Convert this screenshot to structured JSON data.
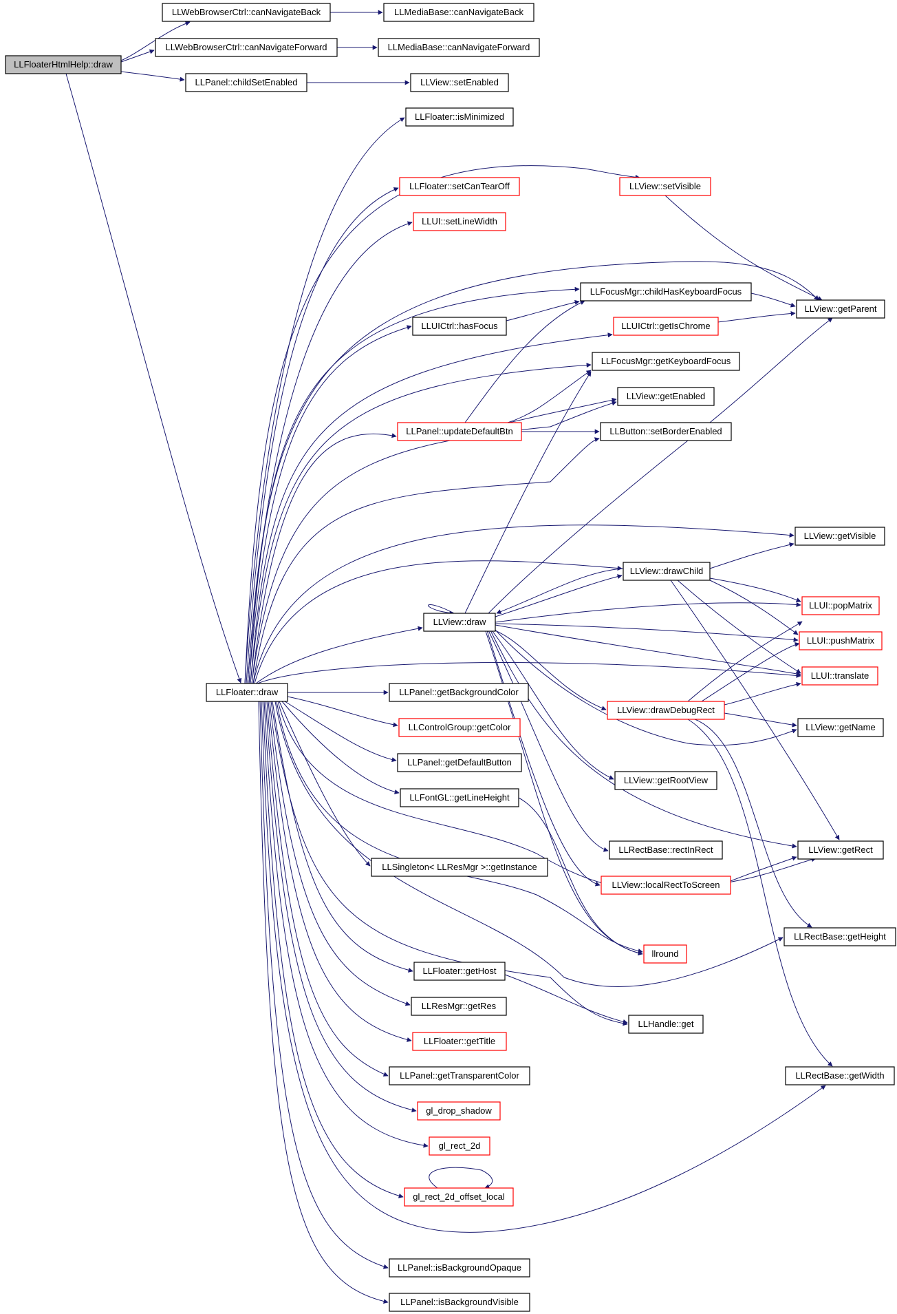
{
  "colors": {
    "edge": "#191970",
    "border_normal": "#000000",
    "border_truncated": "#ff0000",
    "root_fill": "#bfbfbf",
    "node_fill": "#ffffff"
  },
  "nodes": {
    "htmlhelp_draw": {
      "label": "LLFloaterHtmlHelp::draw",
      "style": "root"
    },
    "wb_back": {
      "label": "LLWebBrowserCtrl::canNavigateBack",
      "style": "normal"
    },
    "mb_back": {
      "label": "LLMediaBase::canNavigateBack",
      "style": "normal"
    },
    "wb_fwd": {
      "label": "LLWebBrowserCtrl::canNavigateForward",
      "style": "normal"
    },
    "mb_fwd": {
      "label": "LLMediaBase::canNavigateForward",
      "style": "normal"
    },
    "panel_childset": {
      "label": "LLPanel::childSetEnabled",
      "style": "normal"
    },
    "view_setenabled": {
      "label": "LLView::setEnabled",
      "style": "normal"
    },
    "floater_minimized": {
      "label": "LLFloater::isMinimized",
      "style": "normal"
    },
    "floater_teartoff": {
      "label": "LLFloater::setCanTearOff",
      "style": "truncated"
    },
    "view_setvisible": {
      "label": "LLView::setVisible",
      "style": "truncated"
    },
    "llui_linewidth": {
      "label": "LLUI::setLineWidth",
      "style": "truncated"
    },
    "focus_childhas": {
      "label": "LLFocusMgr::childHasKeyboardFocus",
      "style": "normal"
    },
    "view_getparent": {
      "label": "LLView::getParent",
      "style": "normal"
    },
    "uictrl_hasfocus": {
      "label": "LLUICtrl::hasFocus",
      "style": "normal"
    },
    "uictrl_chrome": {
      "label": "LLUICtrl::getIsChrome",
      "style": "truncated"
    },
    "focus_getkb": {
      "label": "LLFocusMgr::getKeyboardFocus",
      "style": "normal"
    },
    "view_getenabled": {
      "label": "LLView::getEnabled",
      "style": "normal"
    },
    "panel_updbtn": {
      "label": "LLPanel::updateDefaultBtn",
      "style": "truncated"
    },
    "button_border": {
      "label": "LLButton::setBorderEnabled",
      "style": "normal"
    },
    "view_getvisible": {
      "label": "LLView::getVisible",
      "style": "normal"
    },
    "view_drawchild": {
      "label": "LLView::drawChild",
      "style": "normal"
    },
    "llui_pop": {
      "label": "LLUI::popMatrix",
      "style": "truncated"
    },
    "view_draw": {
      "label": "LLView::draw",
      "style": "normal"
    },
    "llui_push": {
      "label": "LLUI::pushMatrix",
      "style": "truncated"
    },
    "llui_translate": {
      "label": "LLUI::translate",
      "style": "truncated"
    },
    "floater_draw": {
      "label": "LLFloater::draw",
      "style": "normal"
    },
    "panel_bgcolor": {
      "label": "LLPanel::getBackgroundColor",
      "style": "normal"
    },
    "view_debugrect": {
      "label": "LLView::drawDebugRect",
      "style": "truncated"
    },
    "ctrlgroup_color": {
      "label": "LLControlGroup::getColor",
      "style": "truncated"
    },
    "view_getname": {
      "label": "LLView::getName",
      "style": "normal"
    },
    "panel_defbtn": {
      "label": "LLPanel::getDefaultButton",
      "style": "normal"
    },
    "view_rootview": {
      "label": "LLView::getRootView",
      "style": "normal"
    },
    "font_lineheight": {
      "label": "LLFontGL::getLineHeight",
      "style": "normal"
    },
    "rect_inrect": {
      "label": "LLRectBase::rectInRect",
      "style": "normal"
    },
    "view_getrect": {
      "label": "LLView::getRect",
      "style": "normal"
    },
    "singleton_inst": {
      "label": "LLSingleton< LLResMgr >::getInstance",
      "style": "normal"
    },
    "view_localrect": {
      "label": "LLView::localRectToScreen",
      "style": "truncated"
    },
    "rect_height": {
      "label": "LLRectBase::getHeight",
      "style": "normal"
    },
    "llround": {
      "label": "llround",
      "style": "truncated"
    },
    "floater_gethost": {
      "label": "LLFloater::getHost",
      "style": "normal"
    },
    "handle_get": {
      "label": "LLHandle::get",
      "style": "normal"
    },
    "resmgr_getres": {
      "label": "LLResMgr::getRes",
      "style": "normal"
    },
    "floater_gettitle": {
      "label": "LLFloater::getTitle",
      "style": "truncated"
    },
    "panel_transp": {
      "label": "LLPanel::getTransparentColor",
      "style": "normal"
    },
    "rect_width": {
      "label": "LLRectBase::getWidth",
      "style": "normal"
    },
    "gl_shadow": {
      "label": "gl_drop_shadow",
      "style": "truncated"
    },
    "gl_rect2d": {
      "label": "gl_rect_2d",
      "style": "truncated"
    },
    "gl_rectoffset": {
      "label": "gl_rect_2d_offset_local",
      "style": "truncated"
    },
    "panel_bgopaque": {
      "label": "LLPanel::isBackgroundOpaque",
      "style": "normal"
    },
    "panel_bgvisible": {
      "label": "LLPanel::isBackgroundVisible",
      "style": "normal"
    }
  }
}
